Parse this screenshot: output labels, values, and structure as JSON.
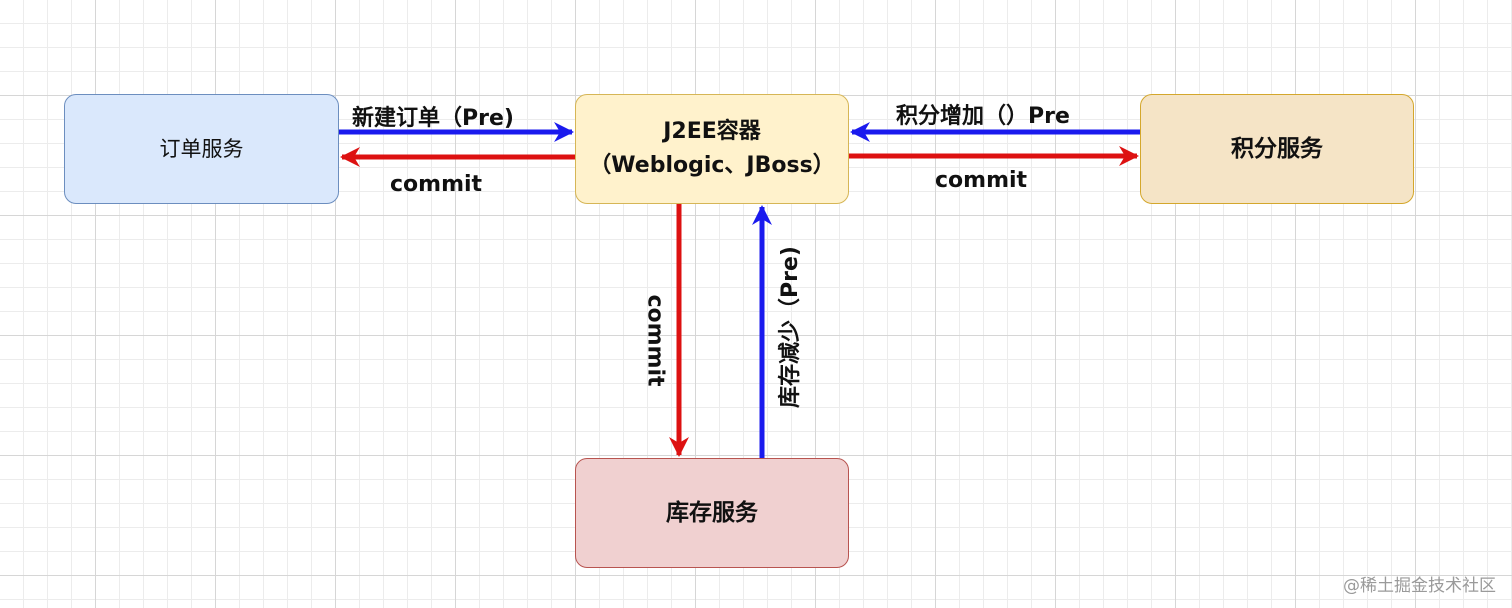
{
  "nodes": {
    "order_service": "订单服务",
    "j2ee_container_line1": "J2EE容器",
    "j2ee_container_line2": "（Weblogic、JBoss）",
    "points_service": "积分服务",
    "stock_service": "库存服务"
  },
  "edges": {
    "order_to_j2ee": "新建订单（Pre)",
    "j2ee_to_order": "commit",
    "points_to_j2ee": "积分增加（）Pre",
    "j2ee_to_points": "commit",
    "j2ee_to_stock": "commit",
    "stock_to_j2ee": "库存减少（Pre)"
  },
  "colors": {
    "pre_arrow": "#1a1aee",
    "commit_arrow": "#dd1111"
  },
  "watermark": "@稀土掘金技术社区"
}
